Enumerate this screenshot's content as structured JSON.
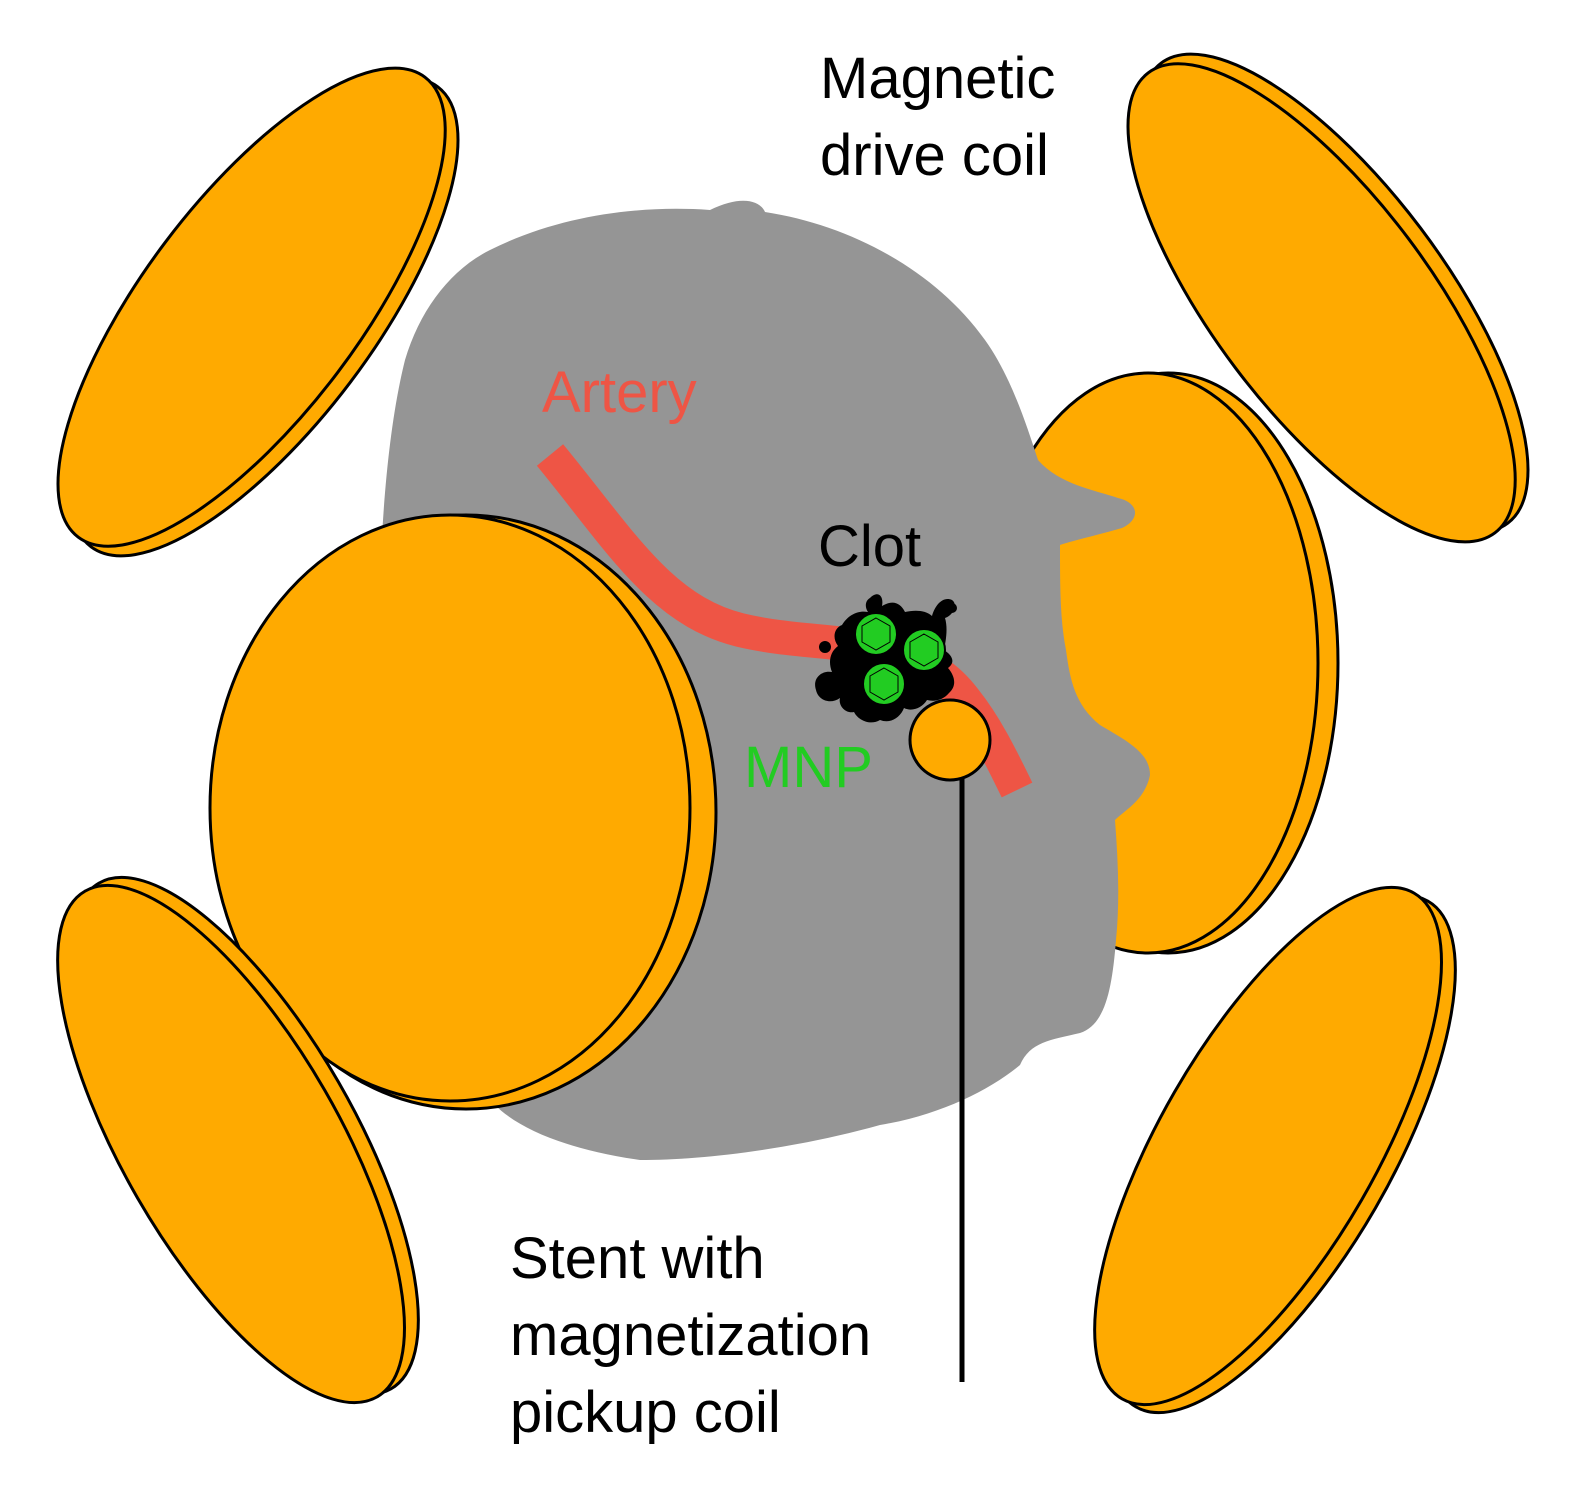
{
  "labels": {
    "drive_coil": [
      "Magnetic",
      "drive coil"
    ],
    "artery": "Artery",
    "clot": "Clot",
    "mnp": "MNP",
    "stent": [
      "Stent with",
      "magnetization",
      "pickup coil"
    ]
  },
  "colors": {
    "coil": "#FFAA00",
    "head": "#959595",
    "artery": "#EE5545",
    "mnp": "#22CC22",
    "clot": "#000000",
    "stroke": "#000000"
  },
  "icons": {
    "coil": "coil-disc-icon",
    "head": "head-silhouette-icon",
    "nanoparticle": "nanoparticle-icon"
  }
}
